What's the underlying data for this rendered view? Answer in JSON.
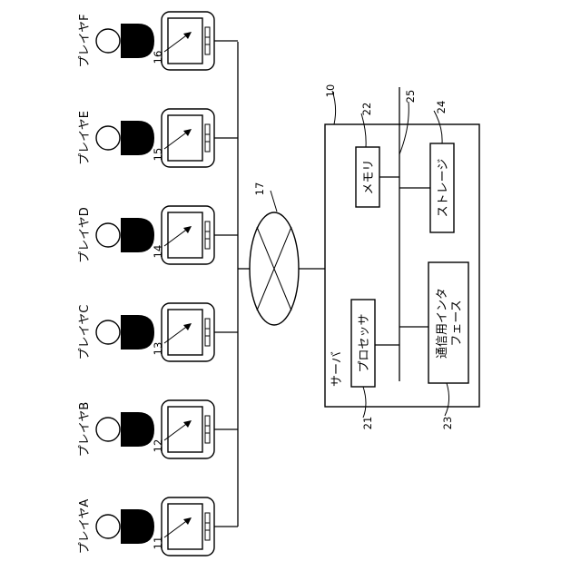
{
  "players": [
    {
      "label": "プレイヤA",
      "ref": "11"
    },
    {
      "label": "プレイヤB",
      "ref": "12"
    },
    {
      "label": "プレイヤC",
      "ref": "13"
    },
    {
      "label": "プレイヤD",
      "ref": "14"
    },
    {
      "label": "プレイヤE",
      "ref": "15"
    },
    {
      "label": "プレイヤF",
      "ref": "16"
    }
  ],
  "network_ref": "17",
  "server": {
    "ref": "10",
    "label": "サーバ",
    "processor": {
      "label": "プロセッサ",
      "ref": "21"
    },
    "memory": {
      "label": "メモリ",
      "ref": "22"
    },
    "comm_interface": {
      "label_line1": "通信用インタ",
      "label_line2": "フェース",
      "ref": "23"
    },
    "storage": {
      "label": "ストレージ",
      "ref": "24"
    },
    "bus_ref": "25"
  }
}
